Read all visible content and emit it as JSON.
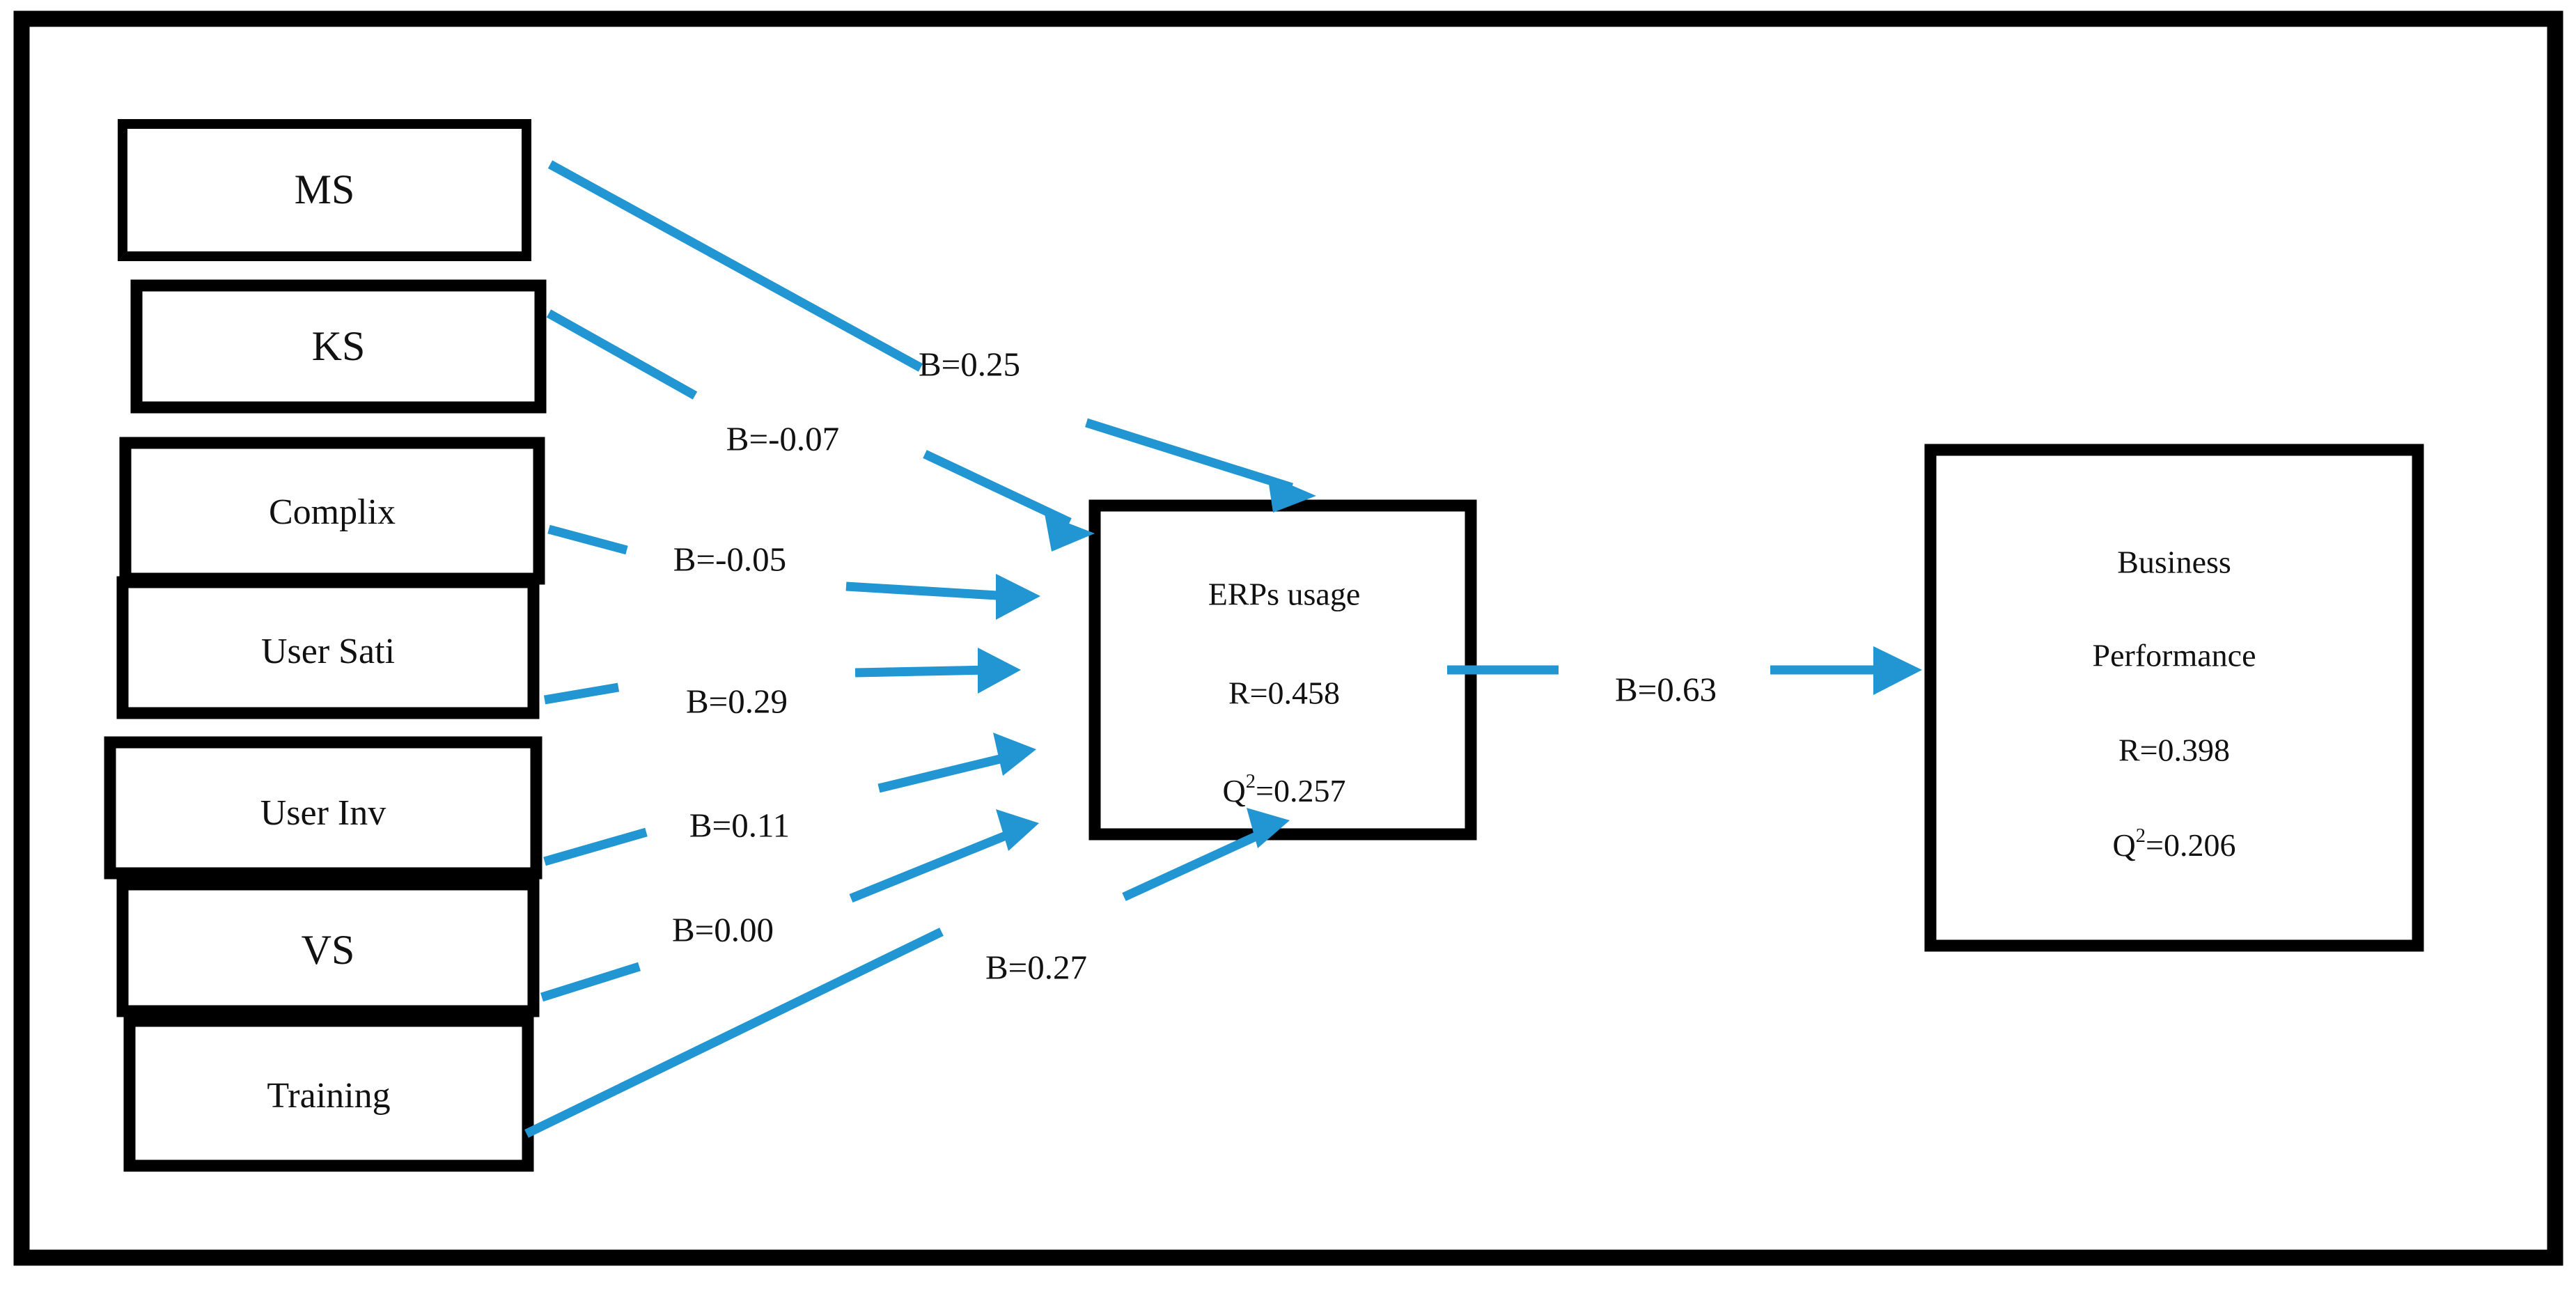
{
  "figure": {
    "type": "path-model-diagram",
    "accent_color": "#2196d3",
    "border_color": "#000000",
    "background": "#ffffff"
  },
  "exogenous_nodes": [
    {
      "id": "ms",
      "label": "MS"
    },
    {
      "id": "ks",
      "label": "KS"
    },
    {
      "id": "complix",
      "label": "Complix"
    },
    {
      "id": "usersati",
      "label": "User Sati"
    },
    {
      "id": "userinv",
      "label": "User Inv"
    },
    {
      "id": "vs",
      "label": "VS"
    },
    {
      "id": "training",
      "label": "Training"
    }
  ],
  "mediator_node": {
    "id": "erps",
    "title": "ERPs usage",
    "r_label": "R=0.458",
    "q_prefix": "Q",
    "q_sup": "2",
    "q_value": "=0.257"
  },
  "outcome_node": {
    "id": "business-performance",
    "title_line1": "Business",
    "title_line2": "Performance",
    "r_label": "R=0.398",
    "q_prefix": "Q",
    "q_sup": "2",
    "q_value": "=0.206"
  },
  "path_labels": [
    {
      "id": "p-ms",
      "from": "MS",
      "to": "ERPs usage",
      "text": "B=0.25"
    },
    {
      "id": "p-ks",
      "from": "KS",
      "to": "ERPs usage",
      "text": "B=-0.07"
    },
    {
      "id": "p-complix",
      "from": "Complix",
      "to": "ERPs usage",
      "text": "B=-0.05"
    },
    {
      "id": "p-usersati",
      "from": "User Sati",
      "to": "ERPs usage",
      "text": "B=0.29"
    },
    {
      "id": "p-userinv",
      "from": "User Inv",
      "to": "ERPs usage",
      "text": "B=0.11"
    },
    {
      "id": "p-vs",
      "from": "VS",
      "to": "ERPs usage",
      "text": "B=0.00"
    },
    {
      "id": "p-training",
      "from": "Training",
      "to": "ERPs usage",
      "text": "B=0.27"
    },
    {
      "id": "p-erps-bp",
      "from": "ERPs usage",
      "to": "Business Performance",
      "text": "B=0.63"
    }
  ],
  "chart_data": {
    "type": "diagram",
    "title": "",
    "nodes": [
      "MS",
      "KS",
      "Complix",
      "User Sati",
      "User Inv",
      "VS",
      "Training",
      "ERPs usage",
      "Business Performance"
    ],
    "edges": [
      {
        "source": "MS",
        "target": "ERPs usage",
        "beta": 0.25
      },
      {
        "source": "KS",
        "target": "ERPs usage",
        "beta": -0.07
      },
      {
        "source": "Complix",
        "target": "ERPs usage",
        "beta": -0.05
      },
      {
        "source": "User Sati",
        "target": "ERPs usage",
        "beta": 0.29
      },
      {
        "source": "User Inv",
        "target": "ERPs usage",
        "beta": 0.11
      },
      {
        "source": "VS",
        "target": "ERPs usage",
        "beta": 0.0
      },
      {
        "source": "Training",
        "target": "ERPs usage",
        "beta": 0.27
      },
      {
        "source": "ERPs usage",
        "target": "Business Performance",
        "beta": 0.63
      }
    ],
    "node_statistics": {
      "ERPs usage": {
        "R": 0.458,
        "Q2": 0.257
      },
      "Business Performance": {
        "R": 0.398,
        "Q2": 0.206
      }
    }
  }
}
